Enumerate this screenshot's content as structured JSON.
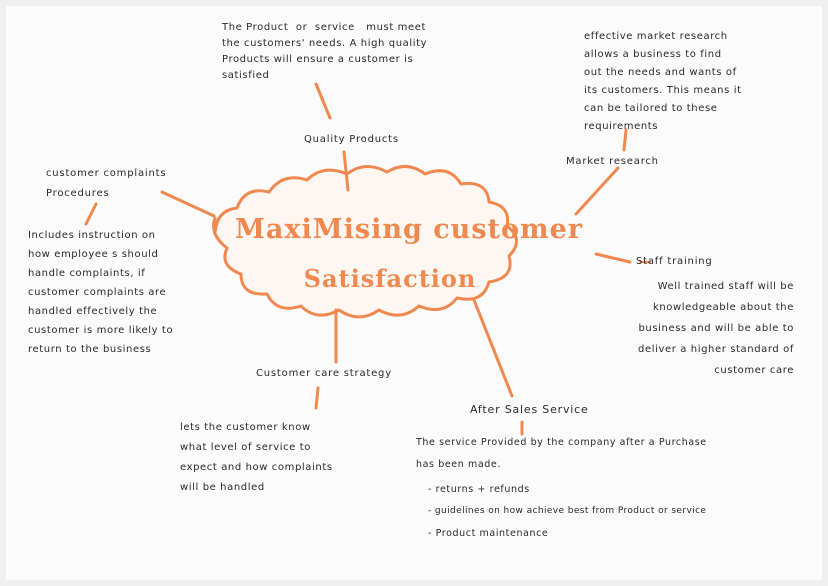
{
  "center": {
    "title_line1": "MaxiMising customer",
    "title_line2": "Satisfaction"
  },
  "nodes": {
    "quality": {
      "label": "Quality Products",
      "description": "The Product  or  service   must meet\nthe customers' needs. A high quality\nProducts will ensure a customer is\nsatisfied"
    },
    "market": {
      "label": "Market research",
      "description": "effective market research\nallows a business to find\nout the needs and wants of\nits customers. This means it\ncan be tailored to these\nrequirements"
    },
    "complaints": {
      "label": "customer complaints\nProcedures",
      "description": "Includes instruction on\nhow employee s should\nhandle complaints, if\ncustomer complaints are\nhandled effectively the\ncustomer is more likely to\nreturn to the business"
    },
    "training": {
      "label": "Staff training",
      "description": "Well trained staff will be\nknowledgeable about the\nbusiness and will be able to\ndeliver a higher standard of\ncustomer care"
    },
    "care": {
      "label": "Customer care strategy",
      "description": "lets the customer know\nwhat level of service to\nexpect and how complaints\nwill be handled"
    },
    "after_sales": {
      "label": "After Sales Service",
      "description": "The service Provided by the company after a Purchase\nhas been made.",
      "bullets": [
        "- returns + refunds",
        "- guidelines on how achieve best from Product or service",
        "- Product maintenance"
      ]
    }
  },
  "colors": {
    "accent": "#f0894f",
    "ink": "#2a2a2a"
  }
}
